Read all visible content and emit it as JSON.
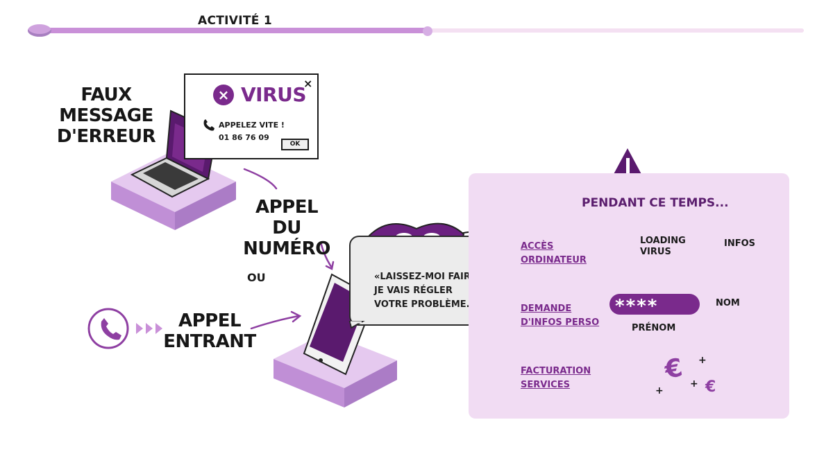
{
  "header": {
    "activity_title": "ACTIVITÉ 1",
    "progress_fraction": 0.51
  },
  "colors": {
    "primary_purple": "#7a2a8c",
    "light_purple": "#c990d8",
    "panel_bg": "#f1dcf3",
    "platform": "#d8b4e6"
  },
  "scenario": {
    "fake_error_label": [
      "FAUX MESSAGE",
      "D'ERREUR"
    ],
    "call_number_label": [
      "APPEL",
      "DU NUMÉRO"
    ],
    "or_label": "OU",
    "incoming_call_label": [
      "APPEL",
      "ENTRANT"
    ]
  },
  "virus_popup": {
    "title": "VIRUS",
    "call_text": "APPELEZ VITE !",
    "phone_number": "01 86 76 09",
    "ok_label": "OK",
    "close_symbol": "×",
    "x_symbol": "×"
  },
  "speech_bubble": {
    "lines": [
      "«LAISSEZ-MOI FAIRE,",
      "JE VAIS RÉGLER",
      "VOTRE PROBLÈME...»"
    ]
  },
  "panel": {
    "title": "PENDANT CE TEMPS...",
    "rows": [
      {
        "label": [
          "ACCÈS",
          "ORDINATEUR"
        ],
        "items": [
          "LOADING",
          "VIRUS",
          "INFOS"
        ]
      },
      {
        "label": [
          "DEMANDE",
          "D'INFOS PERSO"
        ],
        "items": [
          "****",
          "NOM",
          "PRÉNOM"
        ]
      },
      {
        "label": [
          "FACTURATION",
          "SERVICES"
        ],
        "items": [
          "€",
          "€",
          "+",
          "+",
          "+"
        ]
      }
    ]
  },
  "icons": [
    "warning-icon",
    "loading-icon",
    "download-icon",
    "id-card-icon",
    "lock-icon",
    "envelope-icon",
    "credit-card-icon",
    "euro-icon",
    "phone-icon",
    "arrows-icon",
    "mask-icon",
    "laptop-icon",
    "smartphone-icon"
  ]
}
